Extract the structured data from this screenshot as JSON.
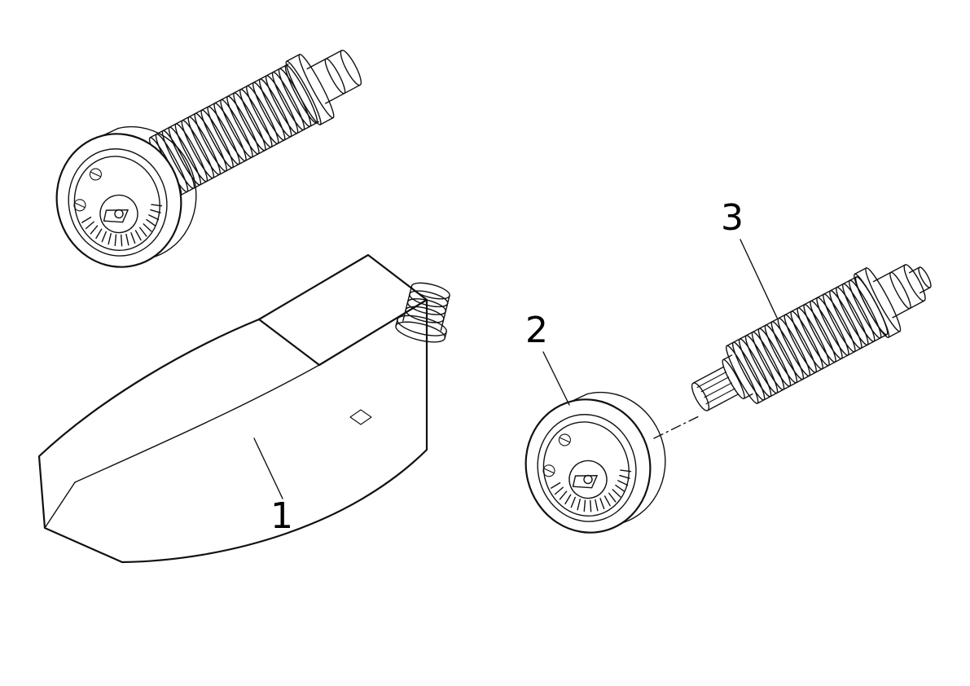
{
  "diagram": {
    "background_color": "#ffffff",
    "line_color": "#111111",
    "labels": [
      {
        "text": "1"
      },
      {
        "text": "2"
      },
      {
        "text": "3"
      }
    ]
  }
}
